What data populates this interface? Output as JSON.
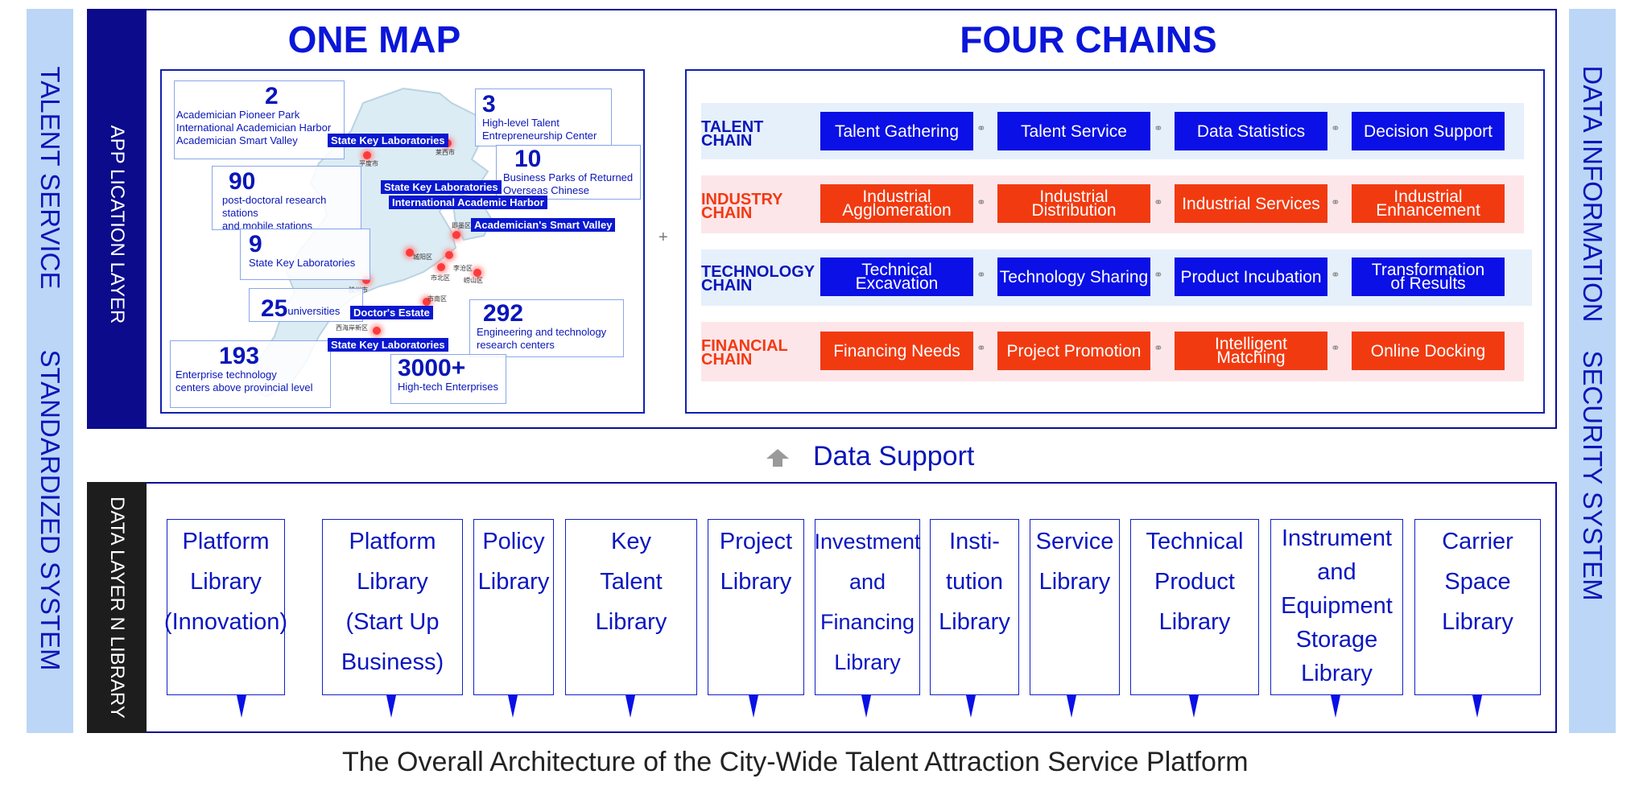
{
  "left_pillar": {
    "top_label": "TALENT SERVICE",
    "bottom_label": "STANDARDIZED SYSTEM"
  },
  "right_pillar": {
    "top_label": "DATA INFORMATION",
    "bottom_label": "SECURITY SYSTEM"
  },
  "app_layer": {
    "label": "APP LICATION LAYER"
  },
  "data_layer": {
    "label": "DATA LAYER N LIBRARY"
  },
  "one_map": {
    "title": "ONE MAP",
    "stats": [
      {
        "num": "2",
        "desc": [
          "Academician Pioneer Park",
          "International Academician Harbor",
          "Academician Smart Valley"
        ]
      },
      {
        "num": "3",
        "desc": [
          "High-level Talent",
          "Entrepreneurship Center"
        ]
      },
      {
        "num": "10",
        "desc": [
          "Business Parks of Returned",
          "Overseas Chinese"
        ]
      },
      {
        "num": "90",
        "desc": [
          "post-doctoral research stations",
          "and mobile stations"
        ]
      },
      {
        "num": "9",
        "desc": [
          "State Key Laboratories"
        ]
      },
      {
        "num": "25",
        "desc": [
          "universities"
        ]
      },
      {
        "num": "292",
        "desc": [
          "Engineering and technology",
          "research centers"
        ]
      },
      {
        "num": "193",
        "desc": [
          "Enterprise technology",
          "centers above provincial level"
        ]
      },
      {
        "num": "3000+",
        "desc": [
          "High-tech Enterprises"
        ]
      }
    ],
    "tags": [
      "State Key Laboratories",
      "State Key Laboratories",
      "International Academic Harbor",
      "Academician's Smart Valley",
      "Doctor's Estate",
      "State Key Laboratories"
    ],
    "towns": [
      "平度市",
      "莱西市",
      "即墨区",
      "城阳区",
      "李沧区",
      "市北区",
      "崂山区",
      "胶州市",
      "市南区",
      "西海岸新区"
    ]
  },
  "plus_sign": "+",
  "four_chains": {
    "title": "FOUR CHAINS",
    "link_glyph": "⚭",
    "chains": [
      {
        "name": [
          "TALENT",
          "CHAIN"
        ],
        "items": [
          [
            "Talent Gathering"
          ],
          [
            "Talent Service"
          ],
          [
            "Data Statistics"
          ],
          [
            "Decision Support"
          ]
        ]
      },
      {
        "name": [
          "INDUSTRY",
          "CHAIN"
        ],
        "items": [
          [
            "Industrial",
            "Agglomeration"
          ],
          [
            "Industrial",
            "Distribution"
          ],
          [
            "Industrial Services"
          ],
          [
            "Industrial",
            "Enhancement"
          ]
        ]
      },
      {
        "name": [
          "TECHNOLOGY",
          "CHAIN"
        ],
        "items": [
          [
            "Technical",
            "Excavation"
          ],
          [
            "Technology Sharing"
          ],
          [
            "Product Incubation"
          ],
          [
            "Transformation",
            "of Results"
          ]
        ]
      },
      {
        "name": [
          "FINANCIAL",
          "CHAIN"
        ],
        "items": [
          [
            "Financing Needs"
          ],
          [
            "Project Promotion"
          ],
          [
            "Intelligent",
            "Matching"
          ],
          [
            "Online Docking"
          ]
        ]
      }
    ]
  },
  "data_support": {
    "label": "Data Support"
  },
  "libraries": [
    [
      "Platform",
      "Library",
      "(Innovation)"
    ],
    [
      "Platform",
      "Library",
      "(Start Up",
      "Business)"
    ],
    [
      "Policy",
      "Library"
    ],
    [
      "Key",
      "Talent",
      "Library"
    ],
    [
      "Project",
      "Library"
    ],
    [
      "Investment",
      "and",
      "Financing",
      "Library"
    ],
    [
      "Insti-",
      "tution",
      "Library"
    ],
    [
      "Service",
      "Library"
    ],
    [
      "Technical",
      "Product",
      "Library"
    ],
    [
      "Instrument",
      "and",
      "Equipment",
      "Storage",
      "Library"
    ],
    [
      "Carrier",
      "Space",
      "Library"
    ]
  ],
  "caption": "The Overall Architecture of the City-Wide Talent Attraction Service Platform",
  "colors": {
    "blue": "#0a10e6",
    "red": "#f23a10",
    "navy": "#0b0b8c",
    "pillar": "#bcd6f7"
  }
}
